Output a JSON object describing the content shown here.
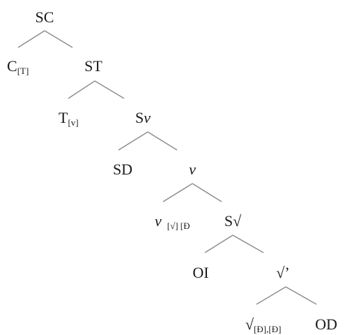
{
  "tree": {
    "nodes": {
      "sc": "SC",
      "c": "C",
      "c_sub": "[T]",
      "st": "ST",
      "t": "T",
      "t_sub": "[v]",
      "sv_s": "S",
      "sv_v": "v",
      "sd": "SD",
      "v": "v",
      "v_head": "v",
      "v_head_sub": "[√] [Đ",
      "sroot": "S√",
      "oi": "OI",
      "rootbar": "√’",
      "root": "√",
      "root_sub": "[Đ],[Đ]",
      "od": "OD"
    }
  }
}
